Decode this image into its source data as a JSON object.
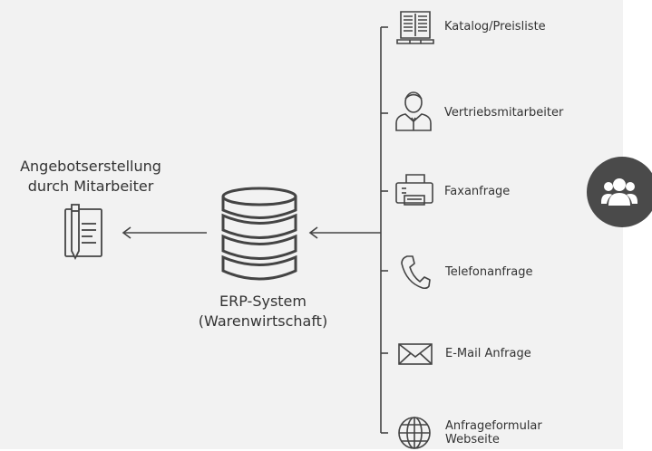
{
  "left_title": {
    "line1": "Angebotserstellung",
    "line2": "durch Mitarbeiter"
  },
  "center": {
    "line1": "ERP-System",
    "line2": "(Warenwirtschaft)"
  },
  "sources": [
    {
      "label": "Katalog/Preisliste",
      "icon": "catalog-icon"
    },
    {
      "label": "Vertriebsmitarbeiter",
      "icon": "sales-person-icon"
    },
    {
      "label": "Faxanfrage",
      "icon": "fax-icon"
    },
    {
      "label": "Telefonanfrage",
      "icon": "phone-icon"
    },
    {
      "label": "E-Mail Anfrage",
      "icon": "email-icon"
    },
    {
      "label_line1": "Anfrageformular",
      "label_line2": "Webseite",
      "icon": "globe-icon"
    }
  ],
  "colors": {
    "panel": "#f2f2f2",
    "stroke": "#444444",
    "button": "#4a4a4a"
  }
}
